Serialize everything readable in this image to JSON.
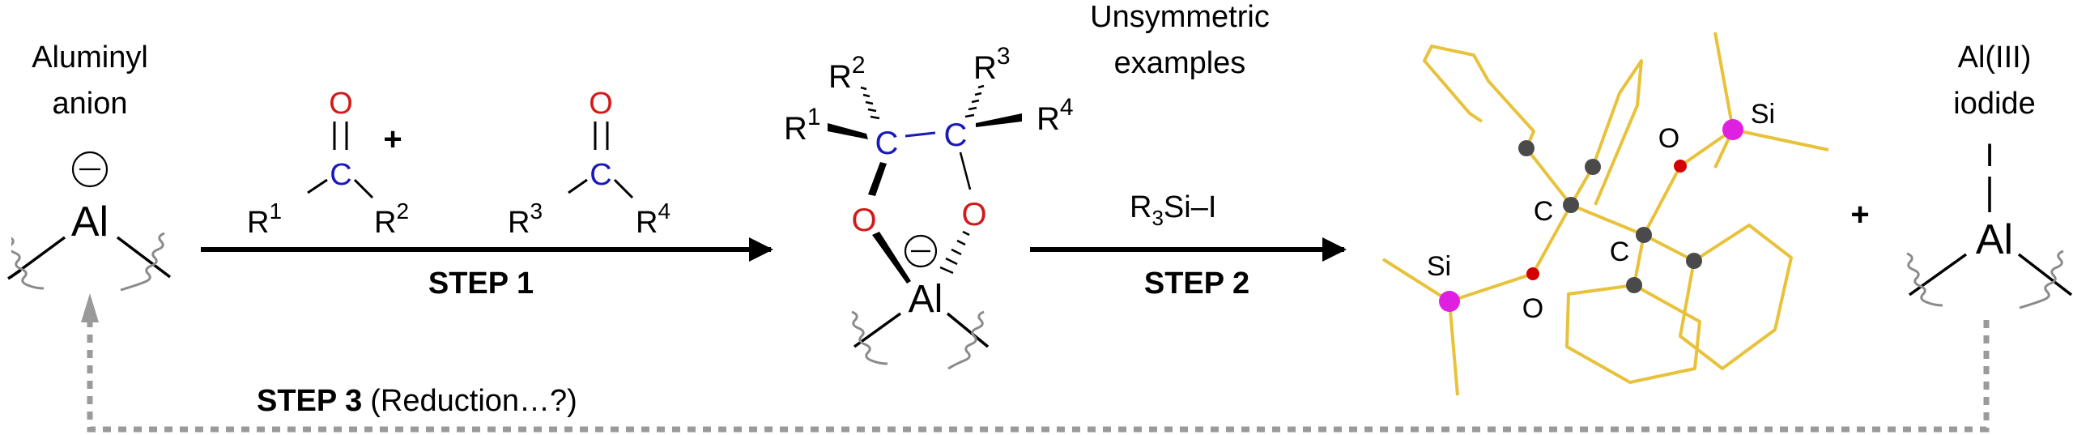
{
  "colors": {
    "carbon_label": "#1a1ab8",
    "oxygen_label": "#d11a1a",
    "bond": "#000000",
    "wavy": "#8a8a8a",
    "cycle_arrow": "#9a9a9a",
    "stick": "#e8c23a",
    "atom_c": "#4a4a4a",
    "atom_o": "#d40000",
    "atom_si": "#e020e0"
  },
  "aluminyl": {
    "title_line1": "Aluminyl",
    "title_line2": "anion",
    "charge": "⊖",
    "atom": "Al"
  },
  "reactant1": {
    "o": "O",
    "c": "C",
    "r_left": "R",
    "r_left_sup": "1",
    "r_right": "R",
    "r_right_sup": "2"
  },
  "plus1": "+",
  "reactant2": {
    "o": "O",
    "c": "C",
    "r_left": "R",
    "r_left_sup": "3",
    "r_right": "R",
    "r_right_sup": "4"
  },
  "step1": {
    "label": "STEP 1"
  },
  "intermediate": {
    "r1": "R",
    "r1_sup": "1",
    "r2": "R",
    "r2_sup": "2",
    "r3": "R",
    "r3_sup": "3",
    "r4": "R",
    "r4_sup": "4",
    "c_left": "C",
    "c_right": "C",
    "o_left": "O",
    "o_right": "O",
    "charge": "⊖",
    "atom": "Al"
  },
  "step2": {
    "header_line1": "Unsymmetric",
    "header_line2": "examples",
    "reagent_pre": "R",
    "reagent_sub": "3",
    "reagent_post": "Si–I",
    "label": "STEP 2"
  },
  "structure": {
    "labels": {
      "si_left": "Si",
      "o_left": "O",
      "c_left": "C",
      "c_right": "C",
      "o_right": "O",
      "si_right": "Si"
    }
  },
  "plus2": "+",
  "product": {
    "title_line1": "Al(III)",
    "title_line2": "iodide",
    "iodine": "I",
    "atom": "Al"
  },
  "step3": {
    "label_bold": "STEP 3",
    "label_rest": "(Reduction…?)"
  }
}
